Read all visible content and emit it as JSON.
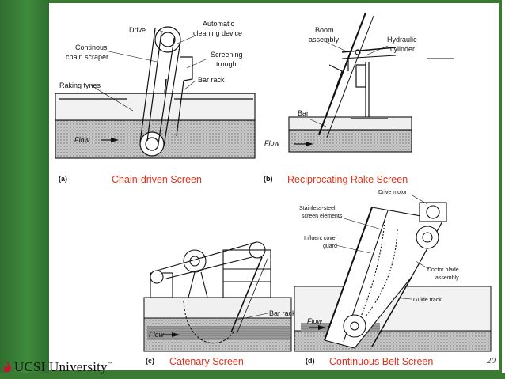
{
  "branding": {
    "logo_text": "UCSI University",
    "trademark": "™"
  },
  "page_number": "20",
  "panels": [
    {
      "tag": "(a)",
      "caption": "Chain-driven Screen",
      "labels": {
        "drive": "Drive",
        "cleaning_line1": "Automatic",
        "cleaning_line2": "cleaning device",
        "scraper_line1": "Continous",
        "scraper_line2": "chain scraper",
        "trough_line1": "Screening",
        "trough_line2": "trough",
        "tynes": "Raking tynes",
        "rack": "Bar rack",
        "flow": "Flow"
      }
    },
    {
      "tag": "(b)",
      "caption": "Reciprocating Rake Screen",
      "labels": {
        "boom_line1": "Boom",
        "boom_line2": "assembly",
        "cyl_line1": "Hydraulic",
        "cyl_line2": "cylinder",
        "bar": "Bar",
        "flow": "Flow"
      }
    },
    {
      "tag": "(c)",
      "caption": "Catenary Screen",
      "labels": {
        "rack": "Bar rack",
        "flow": "Flow"
      }
    },
    {
      "tag": "(d)",
      "caption": "Continuous Belt Screen",
      "labels": {
        "motor": "Drive motor",
        "steel_line1": "Stainless-steel",
        "steel_line2": "screen elements",
        "guard_line1": "Influent cover",
        "guard_line2": "guard",
        "doctor_line1": "Doctor blade",
        "doctor_line2": "assembly",
        "guide": "Guide track",
        "flow": "Flow"
      }
    }
  ]
}
